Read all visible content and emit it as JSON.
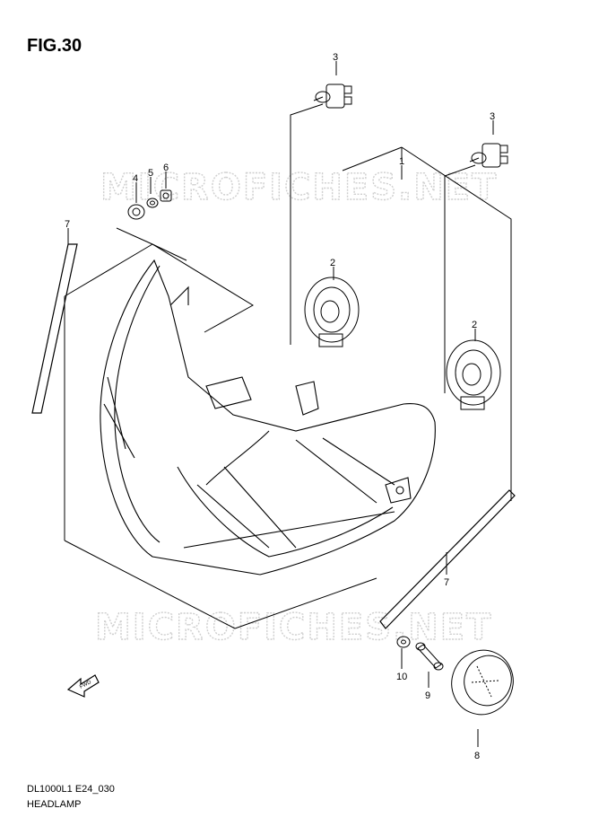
{
  "figure": {
    "title": "FIG.30"
  },
  "footer": {
    "model_code": "DL1000L1 E24_030",
    "section_name": "HEADLAMP"
  },
  "watermark": {
    "text": "MICROFICHES.NET"
  },
  "fwd_arrow": {
    "label": "FWD"
  },
  "callouts": [
    "1",
    "2",
    "2",
    "3",
    "3",
    "4",
    "5",
    "6",
    "7",
    "7",
    "8",
    "9",
    "10"
  ],
  "colors": {
    "line": "#000000",
    "watermark": "#cfcfcf"
  }
}
